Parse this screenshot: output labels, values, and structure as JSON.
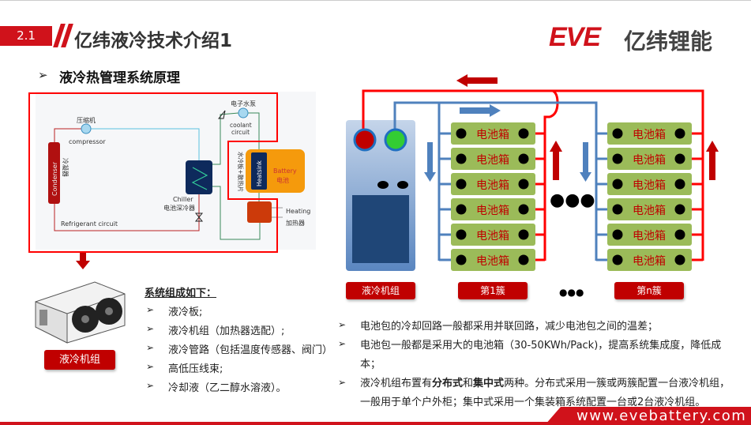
{
  "header": {
    "section_number": "2.1",
    "title": "亿纬液冷技术介绍1",
    "logo_text": "EVE",
    "logo_cn": "亿纬锂能",
    "brand_color": "#d0121b"
  },
  "subheading": {
    "bullet": "➢",
    "text": "液冷热管理系统原理"
  },
  "schematic": {
    "compressor_cn": "压缩机",
    "compressor_en": "compressor",
    "condenser_en": "Condenser",
    "condenser_cn": "冷凝器",
    "chiller_en": "Chiller",
    "chiller_cn": "电池深冷器",
    "refrigerant": "Refrigerant circuit",
    "pump_cn": "电子水泵",
    "coolant_1": "coolant",
    "coolant_2": "circuit",
    "heatsink": "Heatsink",
    "plate_cn": "水冷板+散热片",
    "battery_en": "Battery",
    "battery_cn": "电池",
    "heating_en": "Heating",
    "heating_cn": "加热器"
  },
  "unit_label": "液冷机组",
  "components": {
    "title": "系统组成如下：",
    "items": [
      "液冷板;",
      "液冷机组（加热器选配）;",
      "液冷管路（包括温度传感器、阀门）",
      "高低压线束;",
      "冷却液（乙二醇水溶液）。"
    ]
  },
  "cluster_diagram": {
    "box_label": "电池箱",
    "unit_label": "液冷机组",
    "cluster_1": "第1簇",
    "cluster_n": "第n簇",
    "ellipsis": "●●●",
    "colors": {
      "hot": "#ff0000",
      "cold": "#4f81bd",
      "box": "#9bbb59",
      "label": "#c00000"
    }
  },
  "notes": {
    "bullet": "➢",
    "items": [
      {
        "text": "电池包的冷却回路一般都采用并联回路，减少电池包之间的温差；"
      },
      {
        "text": "电池包一般都是采用大的电池箱（30-50KWh/Pack)，提高系统集成度，降低成本；"
      },
      {
        "pre": "液冷机组布置有",
        "b1": "分布式",
        "mid": "和",
        "b2": "集中式",
        "post": "两种。分布式采用一簇或两簇配置一台液冷机组，一般用于单个户外柜；集中式采用一个集装箱系统配置一台或2台液冷机组。"
      }
    ]
  },
  "footer": {
    "url": "www.evebattery.com"
  }
}
